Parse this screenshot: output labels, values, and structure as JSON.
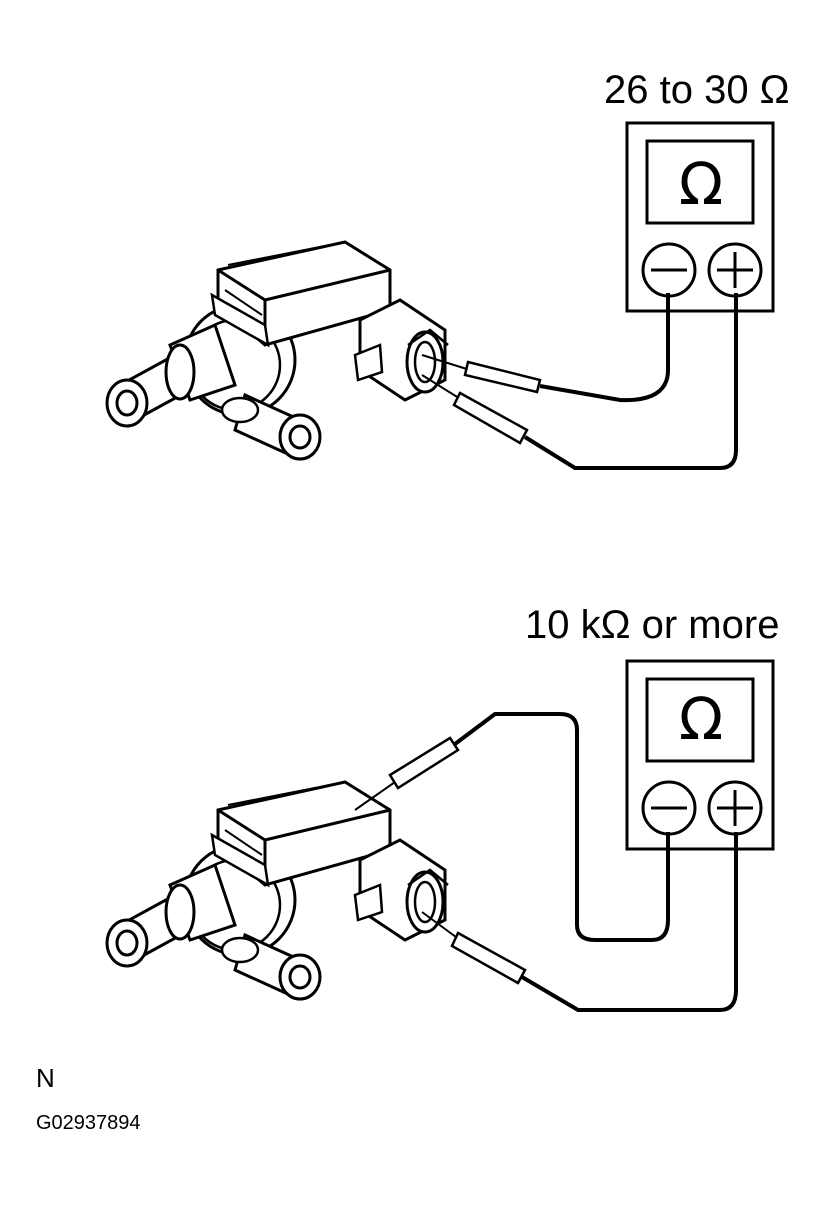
{
  "figure": {
    "upper_test": {
      "reading": "26 to 30 Ω",
      "meter_symbol": "Ω"
    },
    "lower_test": {
      "reading": "10 kΩ or more",
      "meter_symbol": "Ω"
    },
    "note_letter": "N",
    "figure_id": "G02937894"
  }
}
